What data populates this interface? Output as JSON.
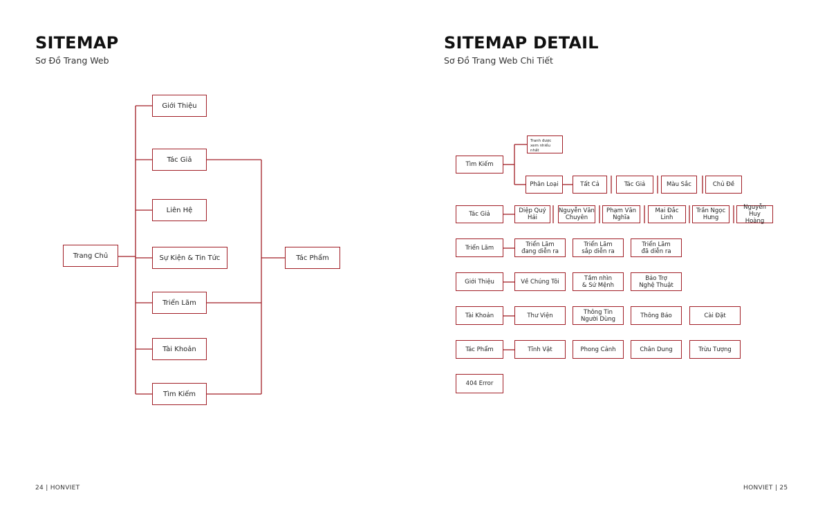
{
  "left": {
    "title": "SITEMAP",
    "subtitle": "Sơ Đồ Trang Web",
    "nodes": {
      "home": "Trang Chủ",
      "about": "Giới Thiệu",
      "artists": "Tác Giả",
      "contact": "Liên Hệ",
      "events": "Sự Kiện & Tin Tức",
      "exhibitions": "Triển Lãm",
      "account": "Tài Khoản",
      "search": "Tìm Kiếm",
      "artworks": "Tác Phẩm"
    }
  },
  "right": {
    "title": "SITEMAP DETAIL",
    "subtitle": "Sơ Đồ Trang Web Chi Tiết",
    "rows": {
      "search": {
        "head": "Tìm Kiếm",
        "top": "Tranh được xem nhiều nhất",
        "items": [
          "Phân Loại",
          "Tất Cả",
          "Tác Giả",
          "Màu Sắc",
          "Chủ Đề"
        ]
      },
      "artists": {
        "head": "Tác Giả",
        "items": [
          "Diệp Quý\nHải",
          "Nguyễn Văn\nChuyên",
          "Phạm Văn\nNghĩa",
          "Mai Đắc\nLinh",
          "Trần Ngọc\nHưng",
          "Nguyễn Huy\nHoàng"
        ]
      },
      "exhibitions": {
        "head": "Triển Lãm",
        "items": [
          "Triển Lãm\nđang diễn ra",
          "Triển Lãm\nsắp diễn ra",
          "Triển Lãm\nđã diễn ra"
        ]
      },
      "about": {
        "head": "Giới Thiệu",
        "items": [
          "Về Chúng Tôi",
          "Tầm nhìn\n& Sứ Mệnh",
          "Bảo Trợ\nNghệ Thuật"
        ]
      },
      "account": {
        "head": "Tài Khoản",
        "items": [
          "Thư Viện",
          "Thông Tin\nNgười Dùng",
          "Thông Báo",
          "Cài Đặt"
        ]
      },
      "artworks": {
        "head": "Tác Phẩm",
        "items": [
          "Tĩnh Vật",
          "Phong Cảnh",
          "Chân Dung",
          "Trừu Tượng"
        ]
      },
      "error": {
        "head": "404 Error"
      }
    }
  },
  "footer": {
    "left": "24 |  HONVIET",
    "right": "HONVIET  | 25"
  },
  "colors": {
    "accent": "#a01c24"
  }
}
